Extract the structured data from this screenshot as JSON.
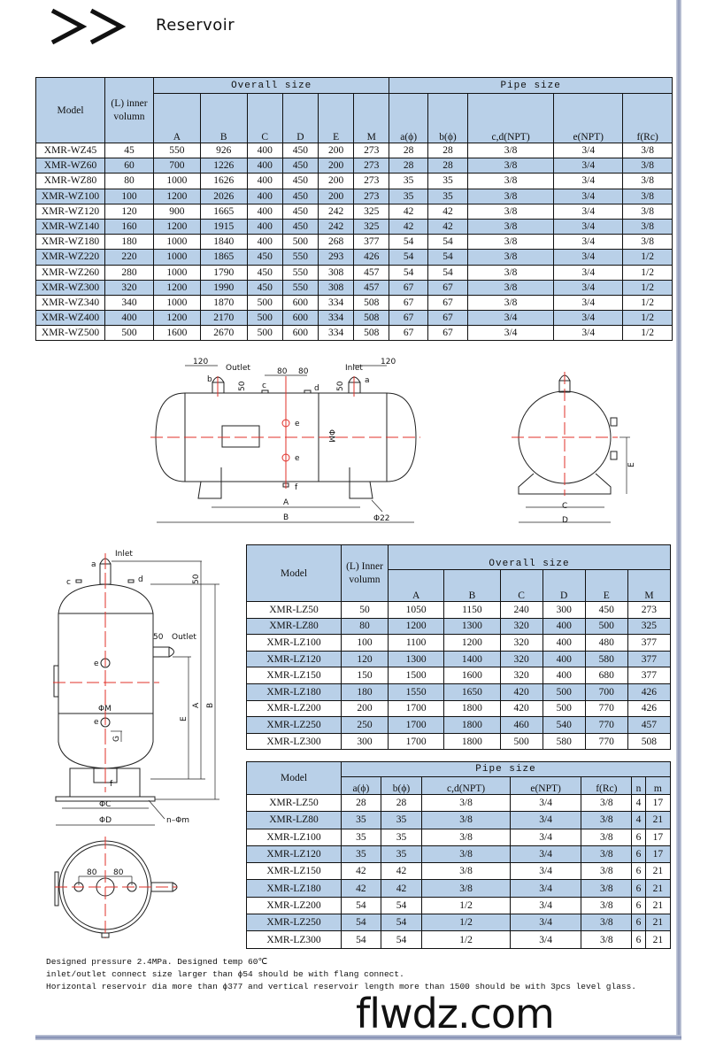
{
  "header": {
    "chevron_icon": "double-chevron-right-icon",
    "title": "Reservoir"
  },
  "colors": {
    "header_fill": "#b9d0e8",
    "stripe": "#8e98b8",
    "centerline": "#e0302a"
  },
  "horizontal_table": {
    "model_label": "Model",
    "volume_label": "(L) inner volumn",
    "overall_label": "Overall size",
    "pipe_label": "Pipe size",
    "overall_cols": [
      "A",
      "B",
      "C",
      "D",
      "E",
      "M"
    ],
    "pipe_cols": [
      "a(ϕ)",
      "b(ϕ)",
      "c,d(NPT)",
      "e(NPT)",
      "f(Rc)"
    ],
    "rows": [
      [
        "XMR-WZ45",
        "45",
        "550",
        "926",
        "400",
        "450",
        "200",
        "273",
        "28",
        "28",
        "3/8",
        "3/4",
        "3/8"
      ],
      [
        "XMR-WZ60",
        "60",
        "700",
        "1226",
        "400",
        "450",
        "200",
        "273",
        "28",
        "28",
        "3/8",
        "3/4",
        "3/8"
      ],
      [
        "XMR-WZ80",
        "80",
        "1000",
        "1626",
        "400",
        "450",
        "200",
        "273",
        "35",
        "35",
        "3/8",
        "3/4",
        "3/8"
      ],
      [
        "XMR-WZ100",
        "100",
        "1200",
        "2026",
        "400",
        "450",
        "200",
        "273",
        "35",
        "35",
        "3/8",
        "3/4",
        "3/8"
      ],
      [
        "XMR-WZ120",
        "120",
        "900",
        "1665",
        "400",
        "450",
        "242",
        "325",
        "42",
        "42",
        "3/8",
        "3/4",
        "3/8"
      ],
      [
        "XMR-WZ140",
        "160",
        "1200",
        "1915",
        "400",
        "450",
        "242",
        "325",
        "42",
        "42",
        "3/8",
        "3/4",
        "3/8"
      ],
      [
        "XMR-WZ180",
        "180",
        "1000",
        "1840",
        "400",
        "500",
        "268",
        "377",
        "54",
        "54",
        "3/8",
        "3/4",
        "3/8"
      ],
      [
        "XMR-WZ220",
        "220",
        "1000",
        "1865",
        "450",
        "550",
        "293",
        "426",
        "54",
        "54",
        "3/8",
        "3/4",
        "1/2"
      ],
      [
        "XMR-WZ260",
        "280",
        "1000",
        "1790",
        "450",
        "550",
        "308",
        "457",
        "54",
        "54",
        "3/8",
        "3/4",
        "1/2"
      ],
      [
        "XMR-WZ300",
        "320",
        "1200",
        "1990",
        "450",
        "550",
        "308",
        "457",
        "67",
        "67",
        "3/8",
        "3/4",
        "1/2"
      ],
      [
        "XMR-WZ340",
        "340",
        "1000",
        "1870",
        "500",
        "600",
        "334",
        "508",
        "67",
        "67",
        "3/8",
        "3/4",
        "1/2"
      ],
      [
        "XMR-WZ400",
        "400",
        "1200",
        "2170",
        "500",
        "600",
        "334",
        "508",
        "67",
        "67",
        "3/4",
        "3/4",
        "1/2"
      ],
      [
        "XMR-WZ500",
        "500",
        "1600",
        "2670",
        "500",
        "600",
        "334",
        "508",
        "67",
        "67",
        "3/4",
        "3/4",
        "1/2"
      ]
    ]
  },
  "vertical_overall_table": {
    "model_label": "Model",
    "volume_label": "(L) Inner volumn",
    "overall_label": "Overall size",
    "cols": [
      "A",
      "B",
      "C",
      "D",
      "E",
      "M"
    ],
    "rows": [
      [
        "XMR-LZ50",
        "50",
        "1050",
        "1150",
        "240",
        "300",
        "450",
        "273"
      ],
      [
        "XMR-LZ80",
        "80",
        "1200",
        "1300",
        "320",
        "400",
        "500",
        "325"
      ],
      [
        "XMR-LZ100",
        "100",
        "1100",
        "1200",
        "320",
        "400",
        "480",
        "377"
      ],
      [
        "XMR-LZ120",
        "120",
        "1300",
        "1400",
        "320",
        "400",
        "580",
        "377"
      ],
      [
        "XMR-LZ150",
        "150",
        "1500",
        "1600",
        "320",
        "400",
        "680",
        "377"
      ],
      [
        "XMR-LZ180",
        "180",
        "1550",
        "1650",
        "420",
        "500",
        "700",
        "426"
      ],
      [
        "XMR-LZ200",
        "200",
        "1700",
        "1800",
        "420",
        "500",
        "770",
        "426"
      ],
      [
        "XMR-LZ250",
        "250",
        "1700",
        "1800",
        "460",
        "540",
        "770",
        "457"
      ],
      [
        "XMR-LZ300",
        "300",
        "1700",
        "1800",
        "500",
        "580",
        "770",
        "508"
      ]
    ]
  },
  "vertical_pipe_table": {
    "model_label": "Model",
    "pipe_label": "Pipe size",
    "cols": [
      "a(ϕ)",
      "b(ϕ)",
      "c,d(NPT)",
      "e(NPT)",
      "f(Rc)",
      "n",
      "m"
    ],
    "rows": [
      [
        "XMR-LZ50",
        "28",
        "28",
        "3/8",
        "3/4",
        "3/8",
        "4",
        "17"
      ],
      [
        "XMR-LZ80",
        "35",
        "35",
        "3/8",
        "3/4",
        "3/8",
        "4",
        "21"
      ],
      [
        "XMR-LZ100",
        "35",
        "35",
        "3/8",
        "3/4",
        "3/8",
        "6",
        "17"
      ],
      [
        "XMR-LZ120",
        "35",
        "35",
        "3/8",
        "3/4",
        "3/8",
        "6",
        "17"
      ],
      [
        "XMR-LZ150",
        "42",
        "42",
        "3/8",
        "3/4",
        "3/8",
        "6",
        "21"
      ],
      [
        "XMR-LZ180",
        "42",
        "42",
        "3/8",
        "3/4",
        "3/8",
        "6",
        "21"
      ],
      [
        "XMR-LZ200",
        "54",
        "54",
        "1/2",
        "3/4",
        "3/8",
        "6",
        "21"
      ],
      [
        "XMR-LZ250",
        "54",
        "54",
        "1/2",
        "3/4",
        "3/8",
        "6",
        "21"
      ],
      [
        "XMR-LZ300",
        "54",
        "54",
        "1/2",
        "3/4",
        "3/8",
        "6",
        "21"
      ]
    ]
  },
  "drawings": {
    "horizontal": {
      "dim_120": "120",
      "outlet": "Outlet",
      "inlet": "Inlet",
      "b": "b",
      "a": "a",
      "c": "c",
      "d": "d",
      "e": "e",
      "f": "f",
      "dim_50": "50",
      "dim_80": "80",
      "phi_m": "ΦM",
      "A": "A",
      "B": "B",
      "phi22": "Φ22"
    },
    "side": {
      "C": "C",
      "D": "D",
      "E": "E"
    },
    "vertical": {
      "inlet": "Inlet",
      "outlet": "Outlet",
      "a": "a",
      "c": "c",
      "d": "d",
      "e": "e",
      "f": "f",
      "dim_50": "50",
      "phi_m": "ΦM",
      "G": "G",
      "E": "E",
      "A": "A",
      "B": "B",
      "phi_c": "ΦC",
      "phi_d": "ΦD",
      "n_phi_m": "n–Φm",
      "dim_80": "80"
    }
  },
  "notes": [
    "Designed pressure 2.4MPa. Designed temp 60℃",
    "inlet/outlet connect size larger than ϕ54 should be with flang connect.",
    "Horizontal reservoir dia more than ϕ377 and vertical reservoir length more than 1500 should be with 3pcs level glass."
  ],
  "watermark": "flwdz.com"
}
